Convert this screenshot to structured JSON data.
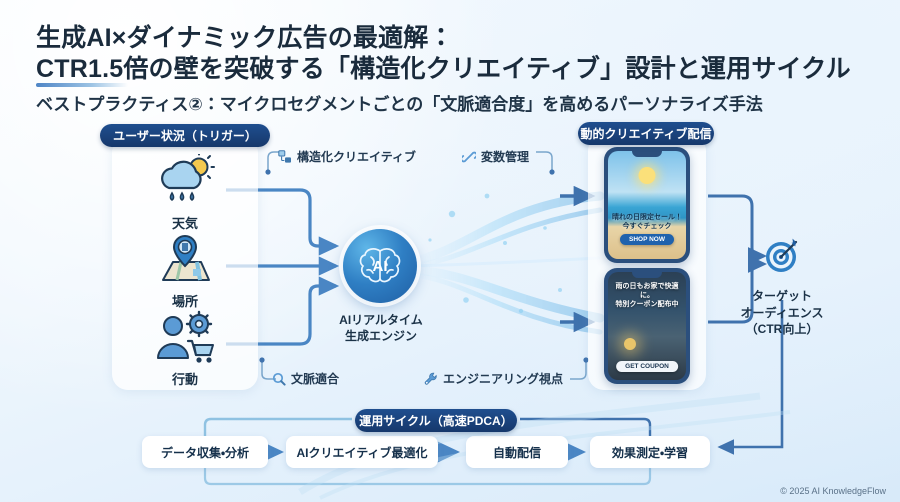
{
  "header": {
    "title_line1": "生成AI×ダイナミック広告の最適解：",
    "title_line2": "CTR1.5倍の壁を突破する「構造化クリエイティブ」設計と運用サイクル",
    "subtitle": "ベストプラクティス②：マイクロセグメントごとの「文脈適合度」を高めるパーソナライズ手法"
  },
  "triggers": {
    "badge": "ユーザー状況（トリガー）",
    "items": [
      {
        "label": "天気",
        "icon": "weather-cloud-sun-rain-icon"
      },
      {
        "label": "場所",
        "icon": "map-location-pin-icon"
      },
      {
        "label": "行動",
        "icon": "user-gear-cart-icon"
      }
    ]
  },
  "annotations": [
    {
      "label": "構造化クリエイティブ",
      "icon": "layers-blocks-icon"
    },
    {
      "label": "変数管理",
      "icon": "link-chain-icon"
    },
    {
      "label": "文脈適合",
      "icon": "magnifier-search-icon"
    },
    {
      "label": "エンジニアリング視点",
      "icon": "wrench-screwdriver-icon"
    }
  ],
  "engine": {
    "icon": "ai-brain-icon",
    "badge_text": "AI",
    "label_line1": "AIリアルタイム",
    "label_line2": "生成エンジン"
  },
  "delivery": {
    "badge": "動的クリエイティブ配信",
    "phones": [
      {
        "headline_line1": "晴れの日限定セール！",
        "headline_line2": "今すぐチェック",
        "cta": "SHOP NOW",
        "scene": "sunny-beach-scene"
      },
      {
        "headline_line1": "雨の日もお家で快適に。",
        "headline_line2": "特別クーポン配布中",
        "cta": "GET COUPON",
        "scene": "rainy-interior-scene"
      }
    ]
  },
  "target": {
    "icon": "target-dartboard-icon",
    "label_line1": "ターゲット",
    "label_line2": "オーディエンス",
    "label_line3": "（CTR向上）"
  },
  "pdca": {
    "badge": "運用サイクル（高速PDCA）",
    "steps": [
      "データ収集・分析",
      "AIクリエイティブ最適化",
      "自動配信",
      "効果測定・学習"
    ]
  },
  "footer": {
    "copyright": "© 2025 AI KnowledgeFlow"
  },
  "colors": {
    "navy": "#16386b",
    "accent_blue": "#2f7fc4",
    "arrow_blue": "#4a86c4",
    "text_dark": "#1b3247"
  }
}
